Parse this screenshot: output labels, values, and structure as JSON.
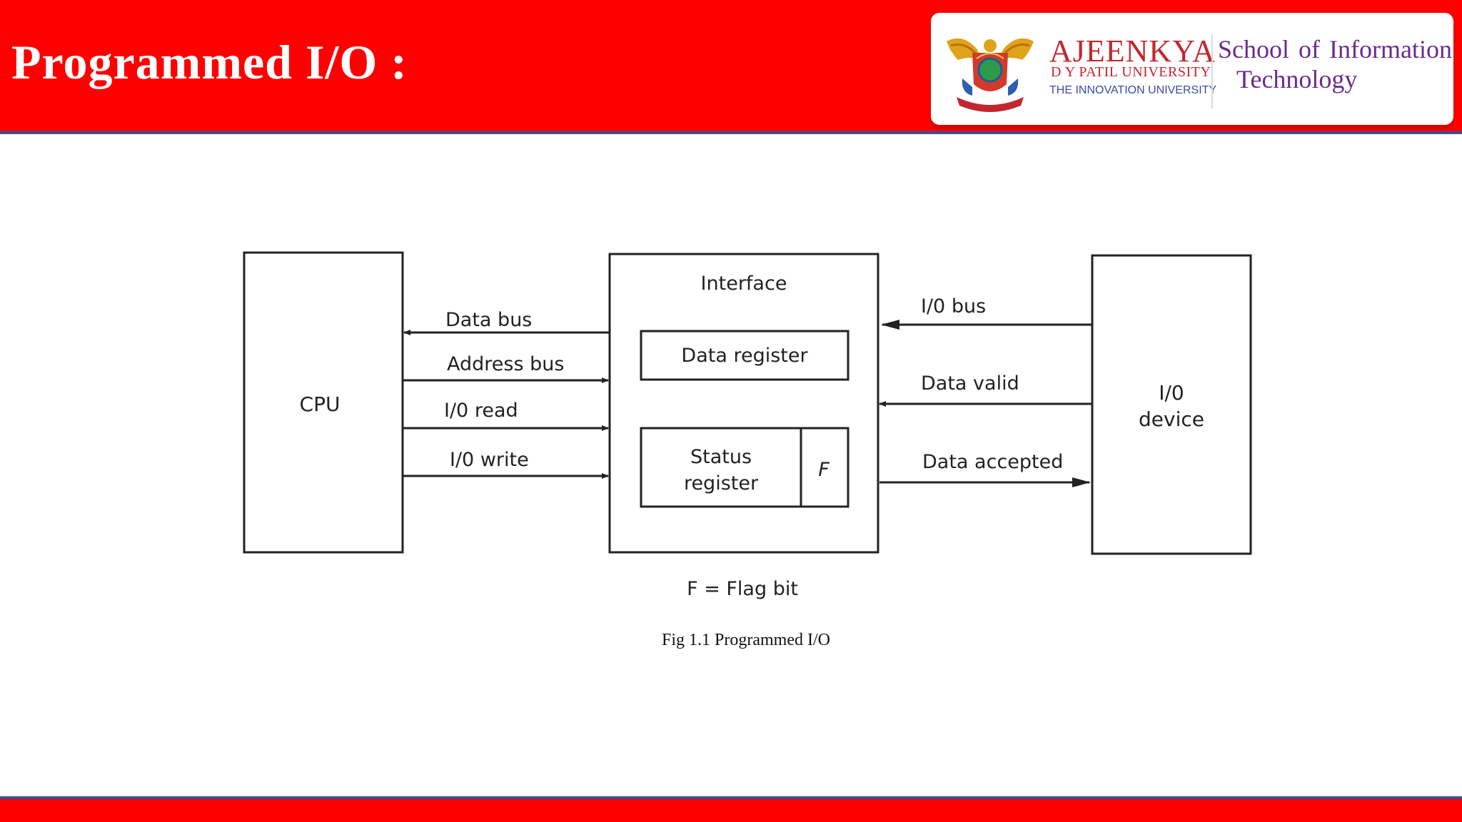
{
  "slide": {
    "title": "Programmed I/O :"
  },
  "logo": {
    "university_name": "AJEENKYA",
    "university_sub": "D Y PATIL UNIVERSITY",
    "tagline": "THE INNOVATION UNIVERSITY",
    "school_line1": "School of  Information",
    "school_line2": "Technology"
  },
  "diagram": {
    "cpu_label": "CPU",
    "interface_label": "Interface",
    "data_register_label": "Data register",
    "status_register_line1": "Status",
    "status_register_line2": "register",
    "flag_label": "F",
    "device_line1": "I/0",
    "device_line2": "device",
    "signals_left": [
      "Data bus",
      "Address bus",
      "I/0 read",
      "I/0 write"
    ],
    "signals_right": [
      "I/0 bus",
      "Data valid",
      "Data accepted"
    ],
    "legend": "F = Flag bit"
  },
  "caption": "Fig 1.1 Programmed I/O",
  "colors": {
    "header_red": "#fe0000",
    "accent_blue": "#3d4f8f",
    "school_purple": "#6a2c8a",
    "brand_red": "#c2262e"
  }
}
